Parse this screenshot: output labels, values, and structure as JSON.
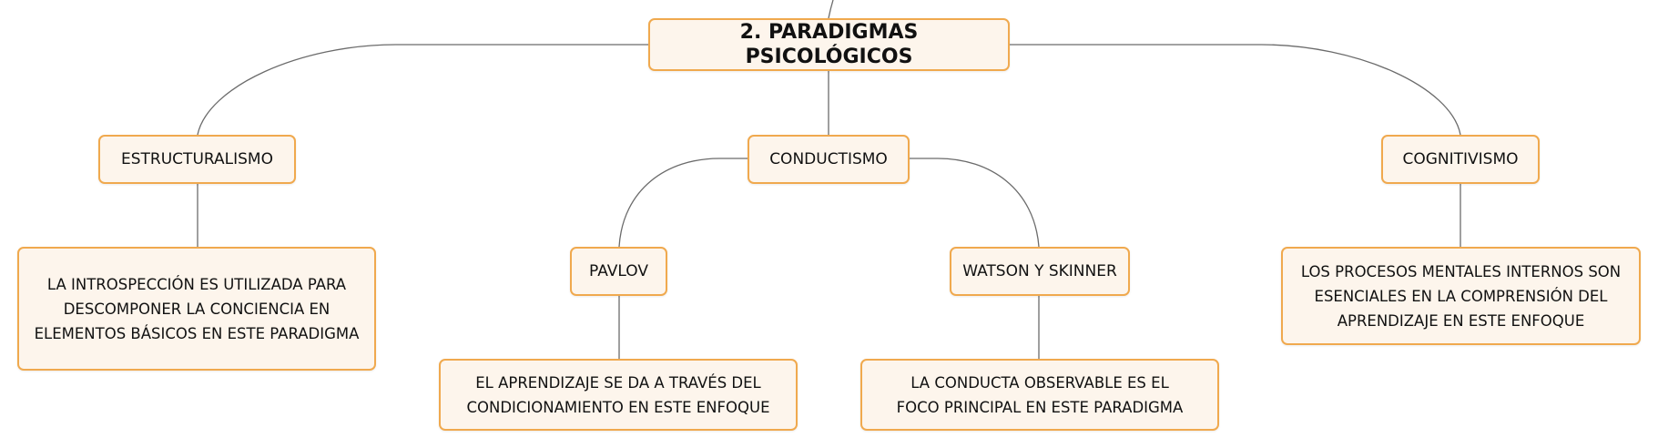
{
  "diagram": {
    "root": {
      "label": "2. PARADIGMAS PSICOLÓGICOS"
    },
    "estructuralismo": {
      "label": "ESTRUCTURALISMO",
      "detail": "LA INTROSPECCIÓN ES UTILIZADA PARA DESCOMPONER LA CONCIENCIA EN ELEMENTOS BÁSICOS EN ESTE PARADIGMA"
    },
    "conductismo": {
      "label": "CONDUCTISMO",
      "pavlov": {
        "label": "PAVLOV",
        "detail": "EL APRENDIZAJE SE DA A TRAVÉS DEL CONDICIONAMIENTO EN ESTE ENFOQUE"
      },
      "watson_skinner": {
        "label": "WATSON Y SKINNER",
        "detail": "LA CONDUCTA OBSERVABLE ES EL FOCO PRINCIPAL EN ESTE PARADIGMA"
      }
    },
    "cognitivismo": {
      "label": "COGNITIVISMO",
      "detail": "LOS PROCESOS MENTALES INTERNOS SON ESENCIALES EN LA COMPRENSIÓN DEL APRENDIZAJE EN ESTE ENFOQUE"
    }
  },
  "colors": {
    "node_border": "#f0a94e",
    "node_fill": "#fdf5ec",
    "connector": "#6b6b6b",
    "text": "#111111"
  }
}
